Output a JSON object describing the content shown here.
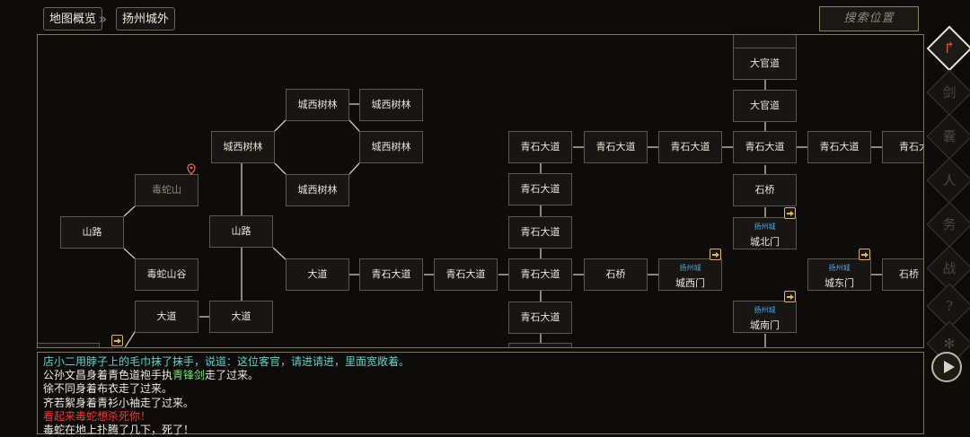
{
  "breadcrumb": {
    "root": "地图概览",
    "separator": "»",
    "current": "扬州城外"
  },
  "search": {
    "placeholder": "搜索位置"
  },
  "map": {
    "nodes": [
      {
        "id": "n1",
        "label": "大官道"
      },
      {
        "id": "n2",
        "label": "大官道"
      },
      {
        "id": "n3",
        "label": "城西树林"
      },
      {
        "id": "n4",
        "label": "城西树林"
      },
      {
        "id": "n5",
        "label": "城西树林"
      },
      {
        "id": "n6",
        "label": "城西树林"
      },
      {
        "id": "n7",
        "label": "城西树林"
      },
      {
        "id": "n8",
        "label": "毒蛇山"
      },
      {
        "id": "n9",
        "label": "山路"
      },
      {
        "id": "n10",
        "label": "山路"
      },
      {
        "id": "n11",
        "label": "毒蛇山谷"
      },
      {
        "id": "n12",
        "label": "大道"
      },
      {
        "id": "n13",
        "label": "大道"
      },
      {
        "id": "n14",
        "label": "大道"
      },
      {
        "id": "n15",
        "label": "青石大道"
      },
      {
        "id": "n16",
        "label": "青石大道"
      },
      {
        "id": "n17",
        "label": "青石大道"
      },
      {
        "id": "n18",
        "label": "青石大道"
      },
      {
        "id": "n19",
        "label": "青石大道"
      },
      {
        "id": "n20",
        "label": "青石大道"
      },
      {
        "id": "n21",
        "label": "青石大道"
      },
      {
        "id": "n22",
        "label": "青石大道"
      },
      {
        "id": "n23",
        "label": "青石大道"
      },
      {
        "id": "n24",
        "label": "青石大道"
      },
      {
        "id": "n25",
        "label": "青石大"
      },
      {
        "id": "n26",
        "label": "石桥"
      },
      {
        "id": "n27",
        "label": "石桥"
      },
      {
        "id": "n28",
        "label": "石桥"
      },
      {
        "id": "n29",
        "city": "扬州城",
        "gate": "城北门"
      },
      {
        "id": "n30",
        "city": "扬州城",
        "gate": "城西门"
      },
      {
        "id": "n31",
        "city": "扬州城",
        "gate": "城东门"
      },
      {
        "id": "n32",
        "city": "扬州城",
        "gate": "城南门"
      }
    ]
  },
  "log": [
    {
      "parts": [
        {
          "text": "店小二用脖子上的毛巾抹了抹手，说道：这位客官，请进请进，里面宽敞着。",
          "color": "cyan"
        }
      ]
    },
    {
      "parts": [
        {
          "text": "公孙文昌身着青色道袍手执",
          "color": "white"
        },
        {
          "text": "青锋剑",
          "color": "green"
        },
        {
          "text": "走了过来。",
          "color": "white"
        }
      ]
    },
    {
      "parts": [
        {
          "text": "徐不同身着布衣走了过来。",
          "color": "white"
        }
      ]
    },
    {
      "parts": [
        {
          "text": "齐若絮身着青衫小袖走了过来。",
          "color": "white"
        }
      ]
    },
    {
      "parts": [
        {
          "text": "看起来毒蛇想杀死你！",
          "color": "red"
        }
      ]
    },
    {
      "parts": [
        {
          "text": "毒蛇在地上扑腾了几下，死了！",
          "color": "white"
        }
      ]
    }
  ],
  "sidebar": {
    "items": [
      {
        "icon": "share-arrow-icon",
        "glyph": "↱",
        "active": true
      },
      {
        "icon": "sword-skill-icon",
        "glyph": "剑"
      },
      {
        "icon": "inventory-icon",
        "glyph": "囊"
      },
      {
        "icon": "character-icon",
        "glyph": "人"
      },
      {
        "icon": "quest-icon",
        "glyph": "务"
      },
      {
        "icon": "fight-icon",
        "glyph": "战"
      },
      {
        "icon": "help-icon",
        "glyph": "?"
      },
      {
        "icon": "settings-icon",
        "glyph": "✻"
      }
    ]
  },
  "colors": {
    "link": "#4fa7e0",
    "npc_say": "#5ed3c8",
    "item": "#6ee36a",
    "danger": "#ef3a33",
    "enter_icon": "#d8b664"
  }
}
